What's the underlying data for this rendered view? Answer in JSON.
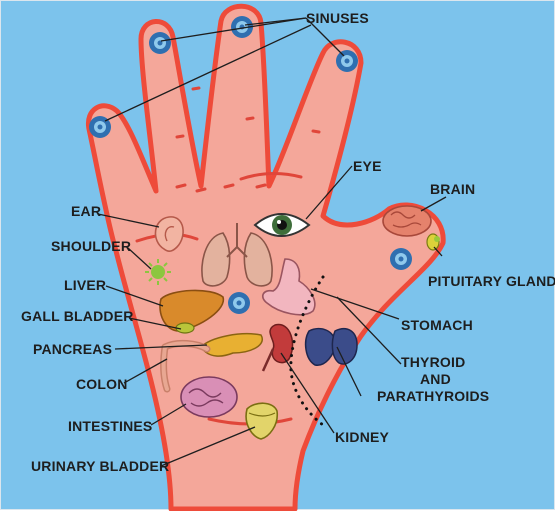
{
  "colors": {
    "background": "#7cc3ec",
    "hand_fill": "#f4a79a",
    "hand_outline": "#ee4b3a",
    "reflex_point": "#2f6fb0",
    "label": "#1e1e1e"
  },
  "labels": {
    "sinuses": "SINUSES",
    "eye": "EYE",
    "brain": "BRAIN",
    "ear": "EAR",
    "shoulder": "SHOULDER",
    "liver": "LIVER",
    "gall_bladder": "GALL BLADDER",
    "pancreas": "PANCREAS",
    "colon": "COLON",
    "intestines": "INTESTINES",
    "urinary_bladder": "URINARY BLADDER",
    "pituitary_gland": "PITUITARY GLAND",
    "stomach": "STOMACH",
    "thyroid_line1": "THYROID",
    "thyroid_line2": "AND",
    "thyroid_line3": "PARATHYROIDS",
    "kidney": "KIDNEY"
  },
  "icons": [
    "ear-icon",
    "lungs-icon",
    "eye-icon",
    "brain-icon",
    "pituitary-icon",
    "sun-icon",
    "liver-icon",
    "stomach-icon",
    "pancreas-icon",
    "colon-icon",
    "kidney-icon",
    "thyroid-icon",
    "intestines-icon",
    "bladder-icon"
  ]
}
